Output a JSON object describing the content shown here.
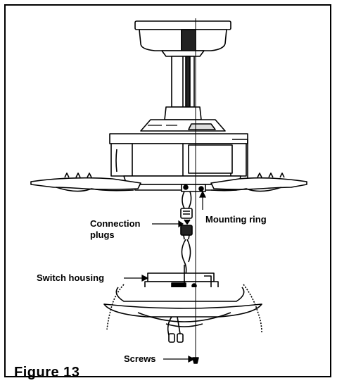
{
  "figure": {
    "caption": "Figure 13"
  },
  "labels": {
    "connection_plugs": "Connection\nplugs",
    "mounting_ring": "Mounting ring",
    "switch_housing": "Switch housing",
    "screws": "Screws"
  },
  "colors": {
    "ink": "#000000",
    "background": "#ffffff",
    "shade": "#888888"
  }
}
